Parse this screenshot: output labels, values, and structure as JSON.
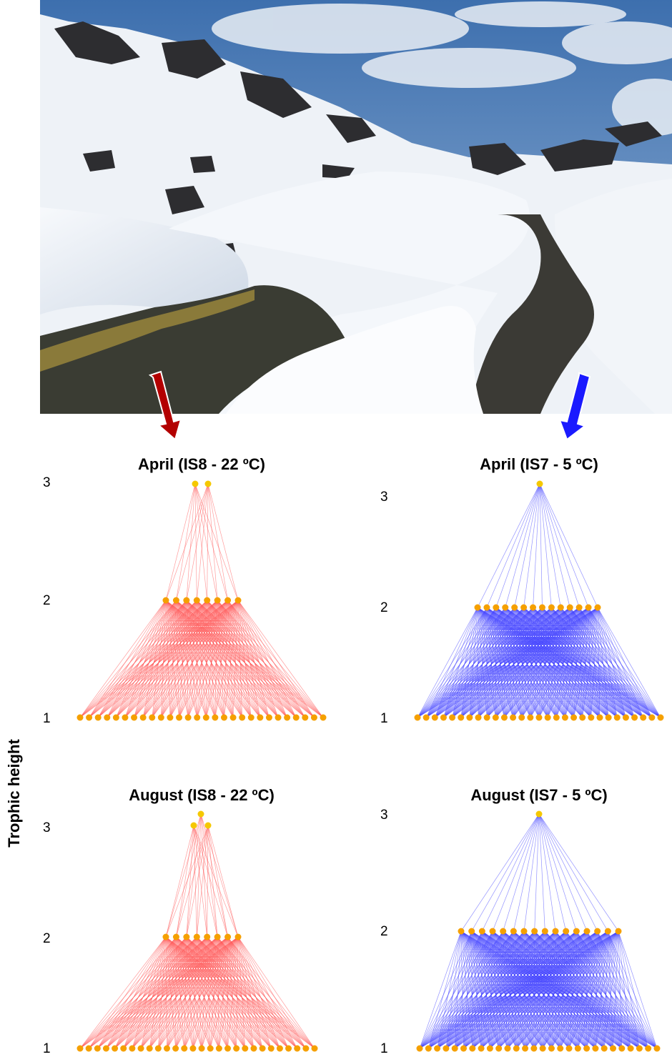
{
  "photo": {
    "subject": "snow-covered-alpine-stream-with-rocks"
  },
  "axis": {
    "label": "Trophic height",
    "ticks": [
      "1",
      "2",
      "3"
    ]
  },
  "panels": [
    {
      "title": "April (IS8 - 22 ºC)",
      "color": "#ff4d4d",
      "nodes": {
        "level1": 28,
        "level2": 8,
        "level3": 2
      }
    },
    {
      "title": "April (IS7 - 5 ºC)",
      "color": "#3a3aff",
      "nodes": {
        "level1": 29,
        "level2": 14,
        "level3": 1
      }
    },
    {
      "title": "August (IS8 - 22 ºC)",
      "color": "#ff4d4d",
      "nodes": {
        "level1": 28,
        "level2": 8,
        "level3": 3
      }
    },
    {
      "title": "August (IS7 - 5 ºC)",
      "color": "#3a3aff",
      "nodes": {
        "level1": 28,
        "level2": 16,
        "level3": 1
      }
    }
  ],
  "arrows": [
    {
      "name": "warm-stream-arrow",
      "color": "#b30000"
    },
    {
      "name": "cold-stream-arrow",
      "color": "#1a1aff"
    }
  ],
  "node_color": "#f5a000",
  "top_node_color": "#f5c800"
}
